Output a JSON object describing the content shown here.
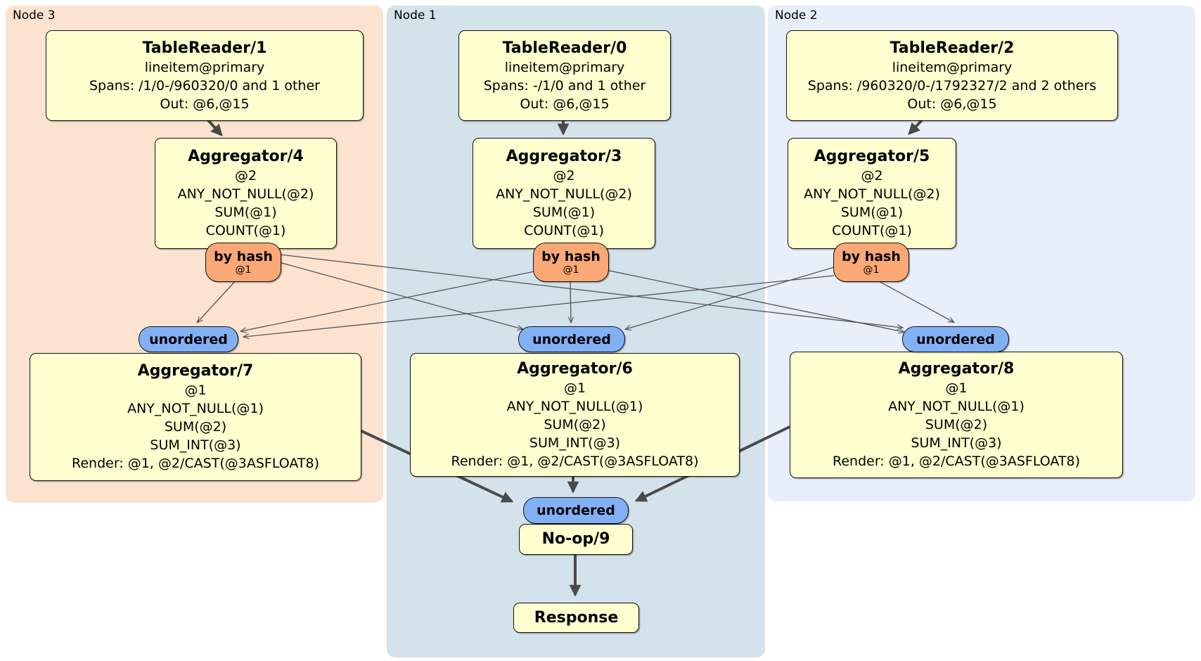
{
  "palette": {
    "node3_bg": "#fce3d0",
    "node1_bg": "#d3e2eb",
    "node2_bg": "#e8eefa",
    "processor_box_fill": "#ffffcf",
    "hash_router_fill": "#f9a876",
    "sync_pill_fill": "#82b0f5",
    "edge_color": "#4a4a4a"
  },
  "nodes": [
    {
      "label": "Node 3",
      "table_reader": {
        "title": "TableReader/1",
        "lines": [
          "lineitem@primary",
          "Spans: /1/0-/960320/0 and 1 other",
          "Out: @6,@15"
        ]
      },
      "aggregator_top": {
        "title": "Aggregator/4",
        "lines": [
          "@2",
          "ANY_NOT_NULL(@2)",
          "SUM(@1)",
          "COUNT(@1)"
        ]
      },
      "router": {
        "label": "by hash",
        "detail": "@1"
      },
      "sync": {
        "label": "unordered"
      },
      "aggregator_bottom": {
        "title": "Aggregator/7",
        "lines": [
          "@1",
          "ANY_NOT_NULL(@1)",
          "SUM(@2)",
          "SUM_INT(@3)",
          "Render: @1, @2/CAST(@3ASFLOAT8)"
        ]
      }
    },
    {
      "label": "Node 1",
      "table_reader": {
        "title": "TableReader/0",
        "lines": [
          "lineitem@primary",
          "Spans: -/1/0 and 1 other",
          "Out: @6,@15"
        ]
      },
      "aggregator_top": {
        "title": "Aggregator/3",
        "lines": [
          "@2",
          "ANY_NOT_NULL(@2)",
          "SUM(@1)",
          "COUNT(@1)"
        ]
      },
      "router": {
        "label": "by hash",
        "detail": "@1"
      },
      "sync": {
        "label": "unordered"
      },
      "aggregator_bottom": {
        "title": "Aggregator/6",
        "lines": [
          "@1",
          "ANY_NOT_NULL(@1)",
          "SUM(@2)",
          "SUM_INT(@3)",
          "Render: @1, @2/CAST(@3ASFLOAT8)"
        ]
      }
    },
    {
      "label": "Node 2",
      "table_reader": {
        "title": "TableReader/2",
        "lines": [
          "lineitem@primary",
          "Spans: /960320/0-/1792327/2 and 2 others",
          "Out: @6,@15"
        ]
      },
      "aggregator_top": {
        "title": "Aggregator/5",
        "lines": [
          "@2",
          "ANY_NOT_NULL(@2)",
          "SUM(@1)",
          "COUNT(@1)"
        ]
      },
      "router": {
        "label": "by hash",
        "detail": "@1"
      },
      "sync": {
        "label": "unordered"
      },
      "aggregator_bottom": {
        "title": "Aggregator/8",
        "lines": [
          "@1",
          "ANY_NOT_NULL(@1)",
          "SUM(@2)",
          "SUM_INT(@3)",
          "Render: @1, @2/CAST(@3ASFLOAT8)"
        ]
      }
    }
  ],
  "final": {
    "sync": {
      "label": "unordered"
    },
    "noop": {
      "title": "No-op/9"
    },
    "response": {
      "title": "Response"
    }
  }
}
